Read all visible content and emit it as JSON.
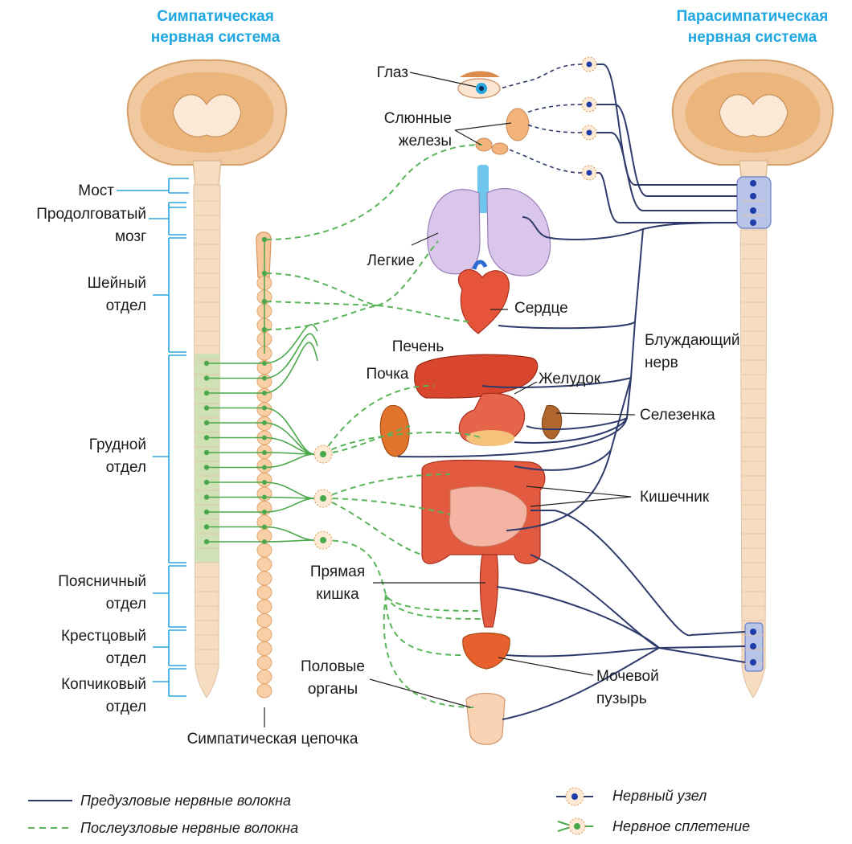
{
  "titles": {
    "sympathetic": [
      "Симпатическая",
      "нервная система"
    ],
    "parasympathetic": [
      "Парасимпатическая",
      "нервная система"
    ]
  },
  "spine_sections": {
    "most": "Мост",
    "medulla": [
      "Продолговатый",
      "мозг"
    ],
    "cervical": [
      "Шейный",
      "отдел"
    ],
    "thoracic": [
      "Грудной",
      "отдел"
    ],
    "lumbar": [
      "Поясничный",
      "отдел"
    ],
    "sacral": [
      "Крестцовый",
      "отдел"
    ],
    "coccygeal": [
      "Копчиковый",
      "отдел"
    ]
  },
  "sympathetic_chain": "Симпатическая цепочка",
  "organs": {
    "eye": "Глаз",
    "salivary": [
      "Слюнные",
      "железы"
    ],
    "lungs": "Легкие",
    "heart": "Сердце",
    "liver": "Печень",
    "kidney": "Почка",
    "stomach": "Желудок",
    "vagus": [
      "Блуждающий",
      "нерв"
    ],
    "spleen": "Селезенка",
    "intestine": "Кишечник",
    "rectum": [
      "Прямая",
      "кишка"
    ],
    "genitals": [
      "Половые",
      "органы"
    ],
    "bladder": [
      "Мочевой",
      "пузырь"
    ]
  },
  "legend": {
    "preganglionic": "Предузловые нервные волокна",
    "postganglionic": "Послеузловые нервные волокна",
    "ganglion": "Нервный узел",
    "plexus": "Нервное сплетение"
  },
  "colors": {
    "title": "#1ea7e0",
    "preganglionic": "#2e3a6b",
    "postganglionic": "#5ab45a",
    "bracket": "#2aa6df",
    "spinal_cord": "#f6dcc0"
  }
}
